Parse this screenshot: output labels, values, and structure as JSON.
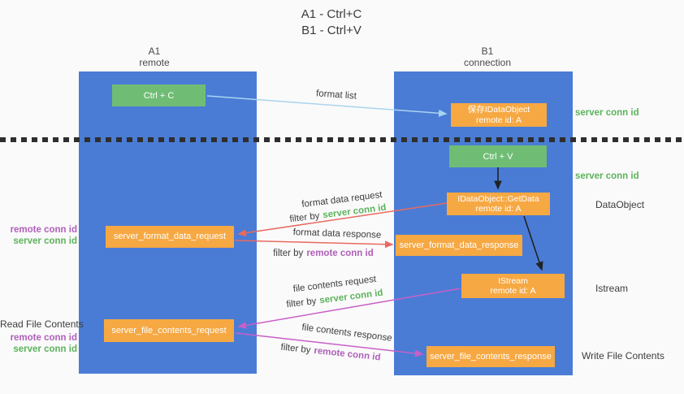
{
  "title": {
    "line1": "A1 - Ctrl+C",
    "line2": "B1 - Ctrl+V"
  },
  "lanes": {
    "left": {
      "name": "A1",
      "role": "remote"
    },
    "right": {
      "name": "B1",
      "role": "connection"
    }
  },
  "nodes": {
    "ctrl_c": {
      "label": "Ctrl + C"
    },
    "save_dataobject": {
      "line1": "保存IDataObject",
      "line2": "remote id: A"
    },
    "ctrl_v": {
      "label": "Ctrl + V"
    },
    "getdata": {
      "line1": "IDataObject::GetData",
      "line2": "remote id: A"
    },
    "format_request": {
      "label": "server_format_data_request"
    },
    "format_response": {
      "label": "server_format_data_response"
    },
    "istream": {
      "line1": "IStream",
      "line2": "remote id: A"
    },
    "file_request": {
      "label": "server_file_contents_request"
    },
    "file_response": {
      "label": "server_file_contents_response"
    }
  },
  "arrow_labels": {
    "format_list": "format list",
    "format_data_request": "format data request",
    "format_data_response": "format data response",
    "file_contents_request": "file contents request",
    "file_contents_response": "file contents response",
    "filter_by": "filter by",
    "server_conn_id": "server conn id",
    "remote_conn_id": "remote conn id"
  },
  "side_labels": {
    "server_conn_id": "server conn id",
    "remote_conn_id": "remote conn id",
    "dataobject": "DataObject",
    "istream": "Istream",
    "read_file": "Read File Contents",
    "write_file": "Write File Contents"
  },
  "colors": {
    "lane_blue": "#4A7CD5",
    "box_green": "#6FBD74",
    "box_orange": "#F6A843",
    "label_green": "#5CB35B",
    "label_purple": "#B05FBA",
    "arrow_light_blue": "#A9D4EF",
    "arrow_red": "#E96A5F",
    "arrow_magenta": "#C95FC9",
    "arrow_black": "#222222"
  }
}
